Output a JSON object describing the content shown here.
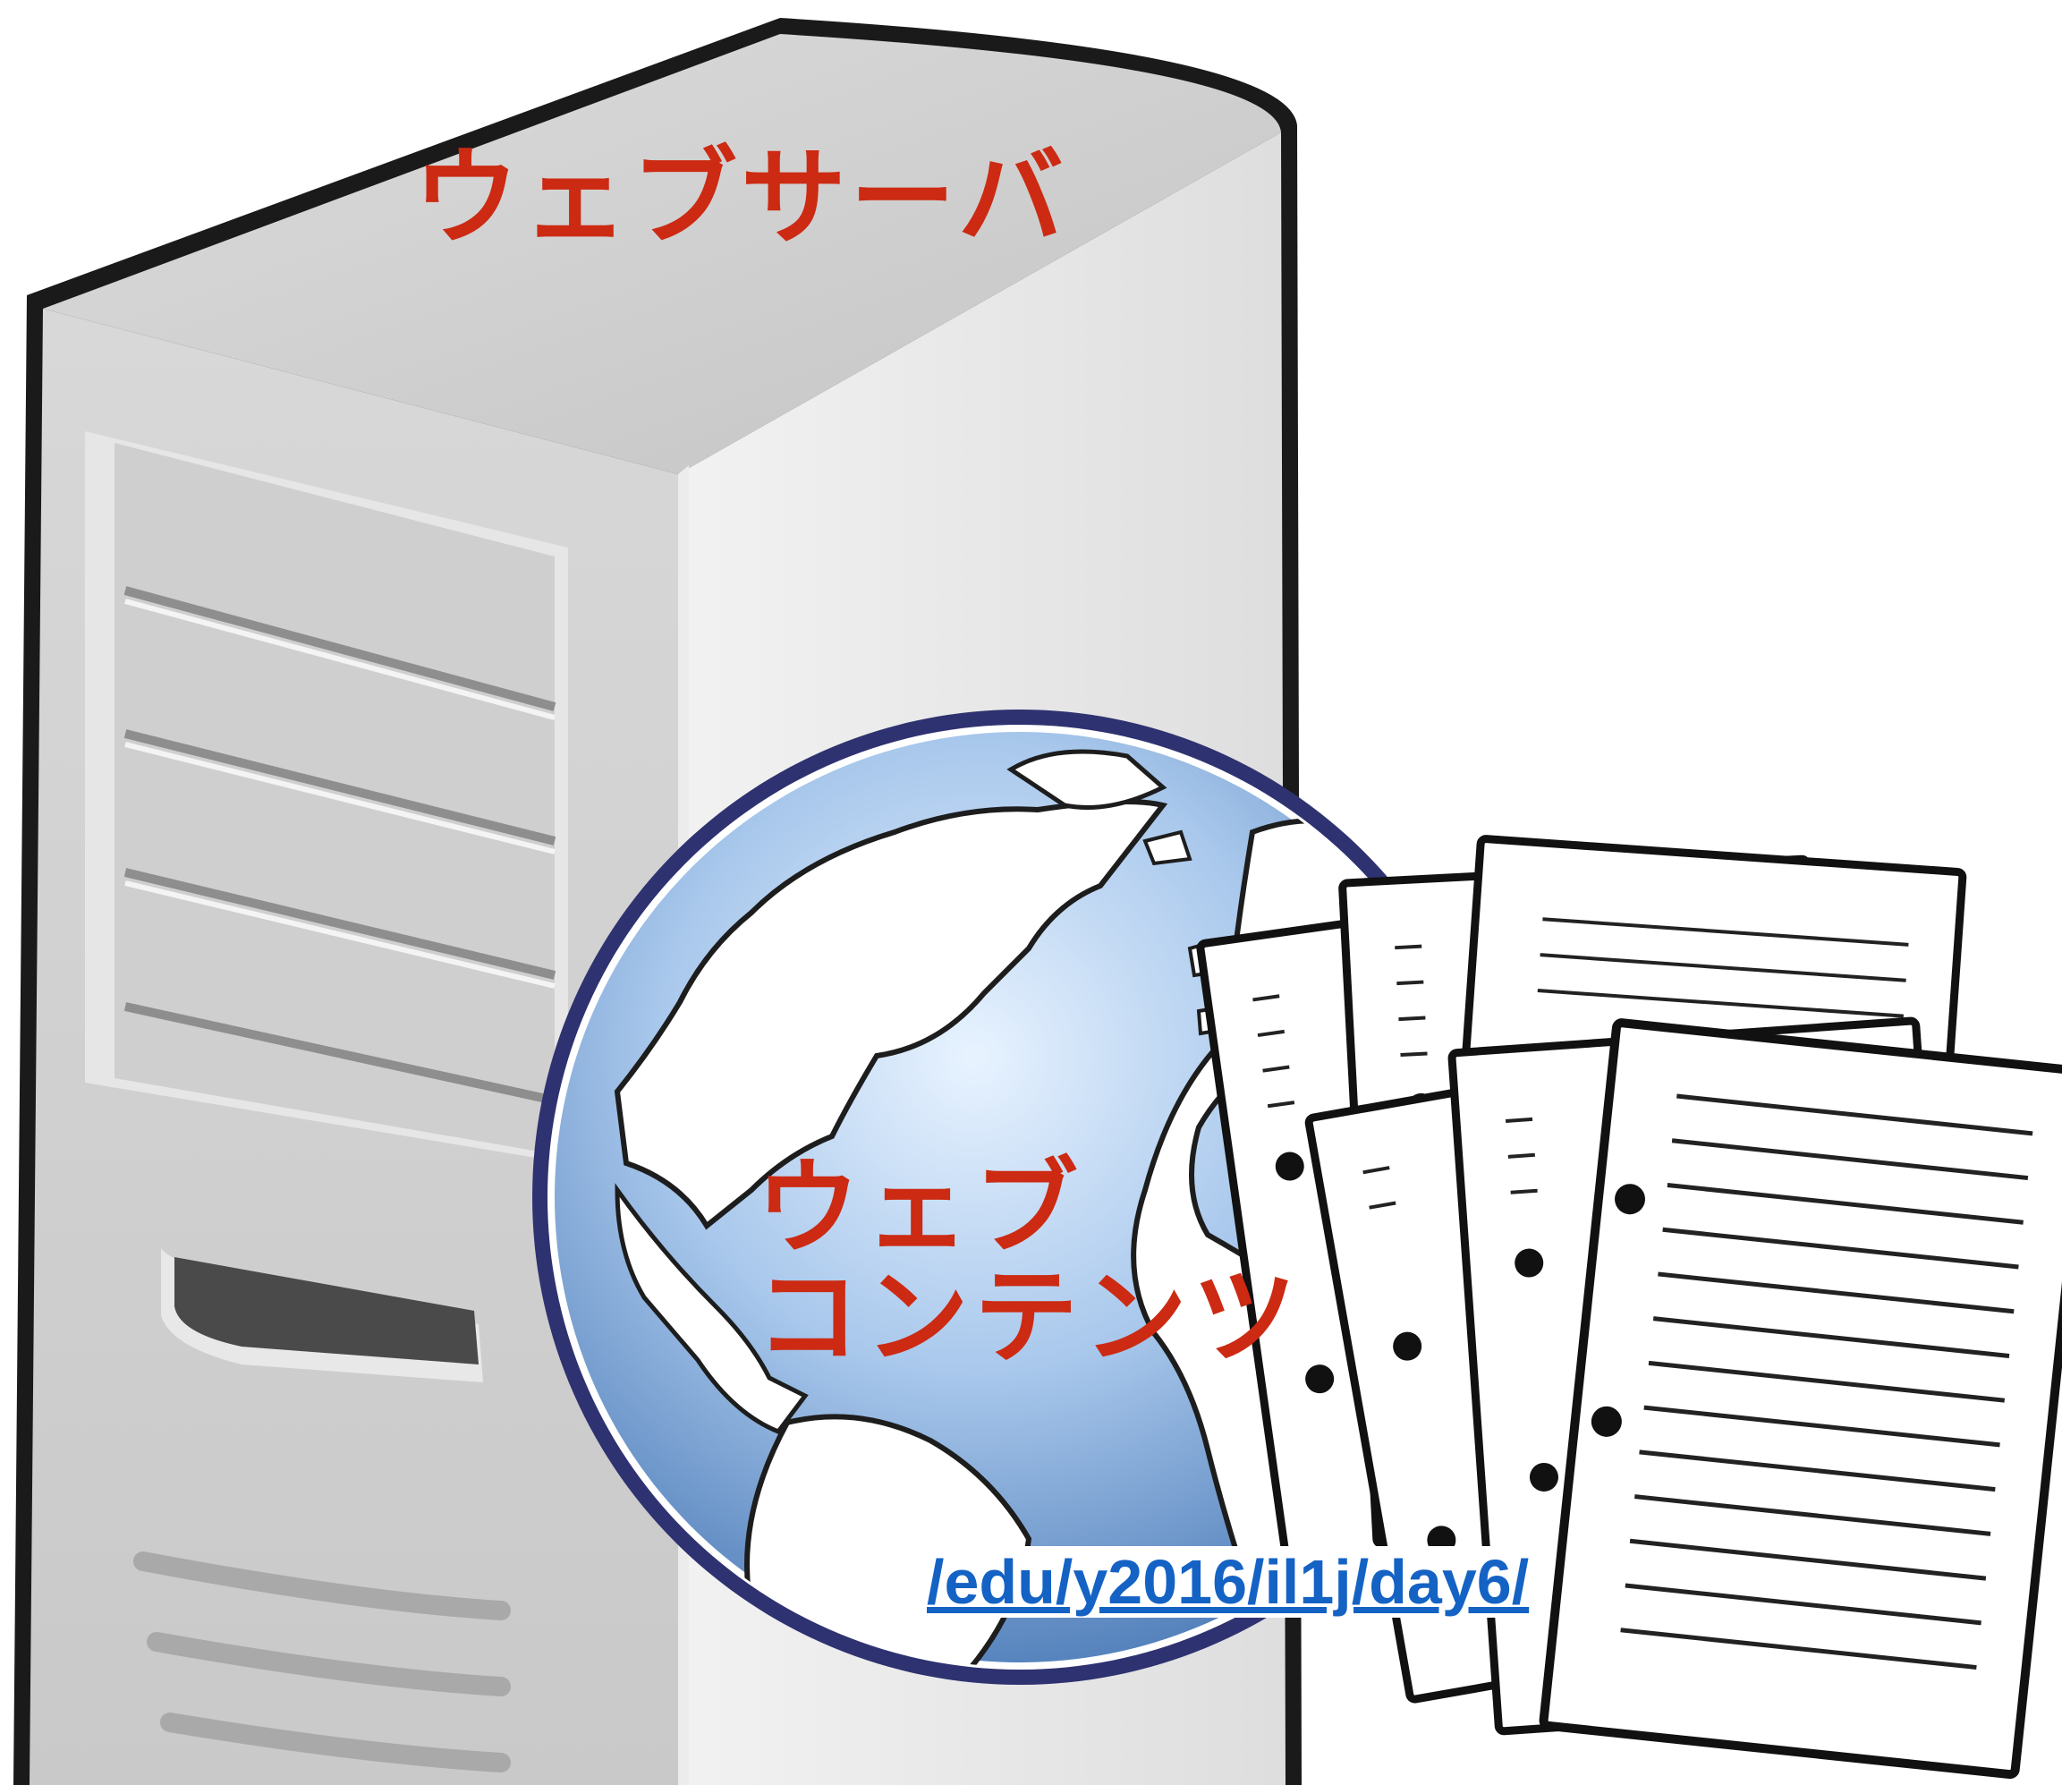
{
  "labels": {
    "server": "ウェブサーバ",
    "content_line1": "ウェブ",
    "content_line2": "コンテンツ",
    "url": "/edu/y2016/il1j/day6/"
  },
  "colors": {
    "label_red": "#cc2a12",
    "link_blue": "#1462c4",
    "server_body": "#d6d6d6",
    "globe_ocean": "#5f8fc7",
    "globe_border": "#2f3270"
  },
  "icons": [
    "server-icon",
    "globe-icon",
    "documents-icon"
  ]
}
